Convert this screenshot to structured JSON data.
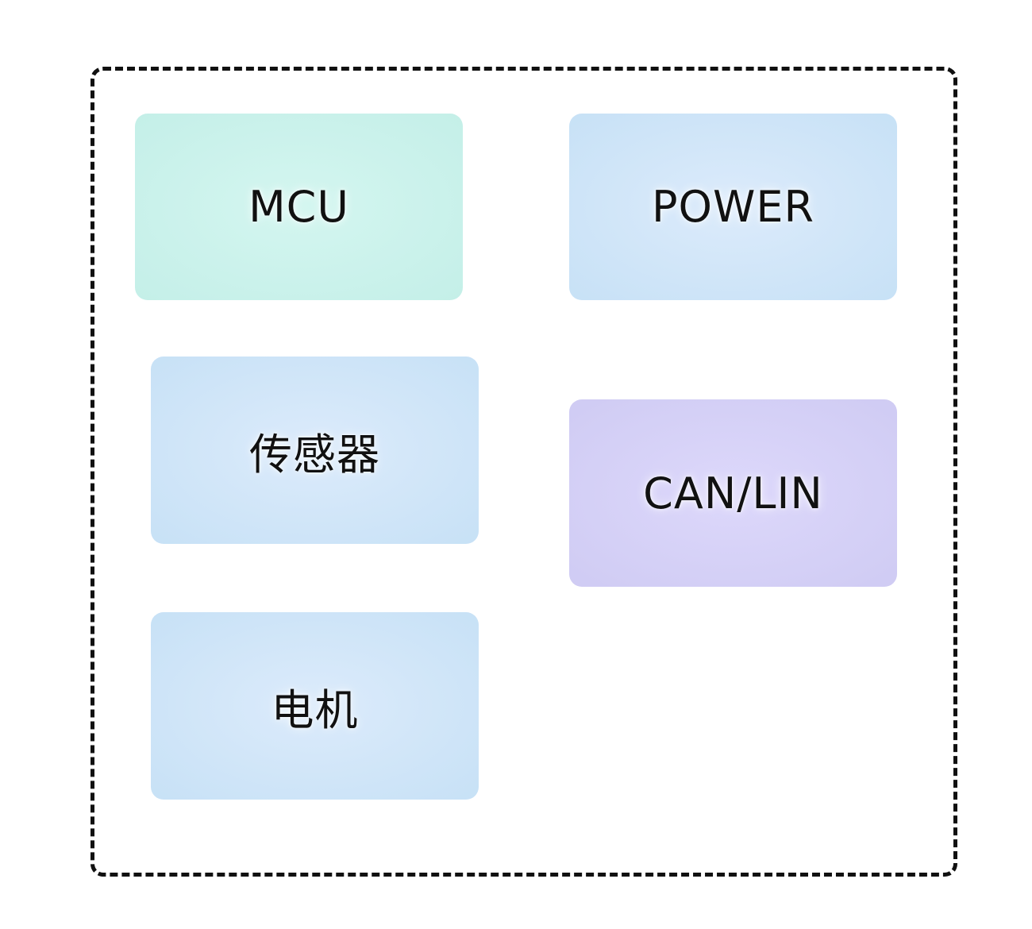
{
  "blocks": {
    "mcu": {
      "label": "MCU"
    },
    "power": {
      "label": "POWER"
    },
    "sensor": {
      "label": "传感器"
    },
    "canlin": {
      "label": "CAN/LIN"
    },
    "motor": {
      "label": "电机"
    }
  }
}
